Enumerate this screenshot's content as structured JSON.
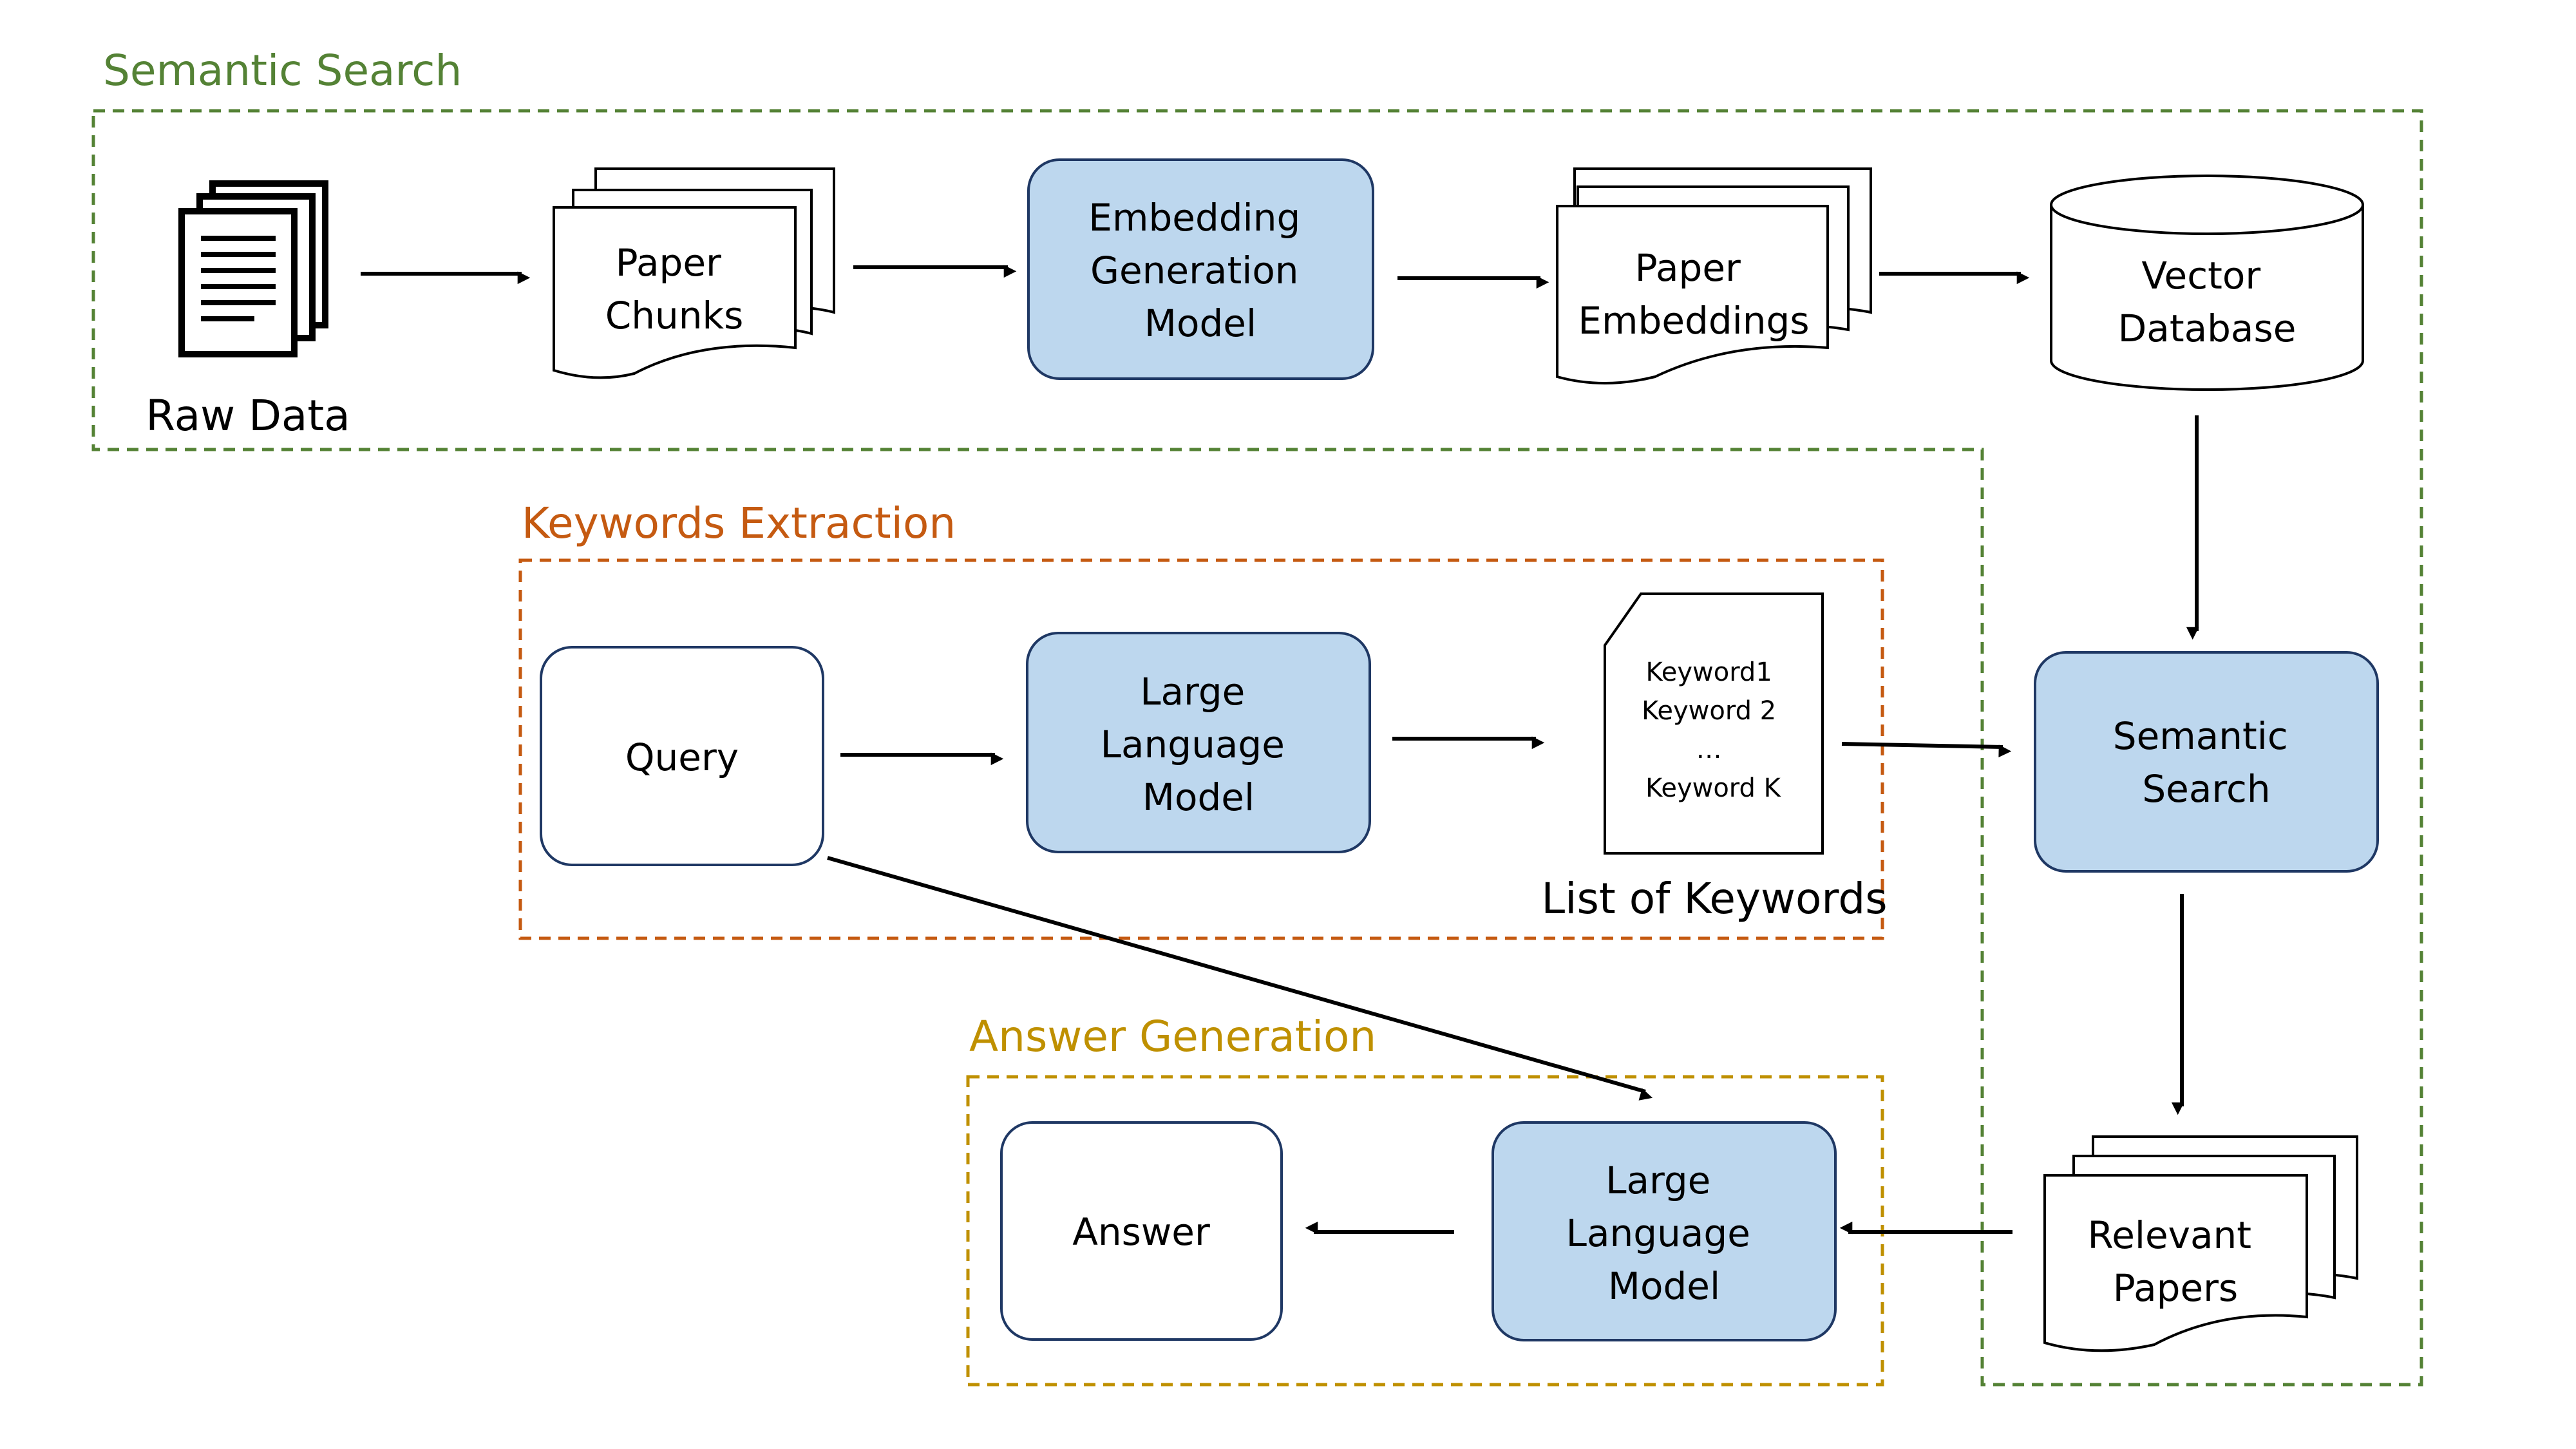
{
  "colors": {
    "semantic_search_group": "#548235",
    "keywords_extraction_group": "#C55A11",
    "answer_generation_group": "#BF9000",
    "model_fill": "#BDD7EE",
    "outline": "#1F3864",
    "arrow": "#000000"
  },
  "groups": {
    "semantic_search": "Semantic Search",
    "keywords_extraction": "Keywords Extraction",
    "answer_generation": "Answer Generation"
  },
  "nodes": {
    "raw_data": {
      "icon": "documents-icon",
      "label": "Raw Data"
    },
    "paper_chunks": [
      "Paper",
      "Chunks"
    ],
    "embedding_model": [
      "Embedding",
      "Generation",
      "Model"
    ],
    "paper_embeddings": [
      "Paper",
      "Embeddings"
    ],
    "vector_database": [
      "Vector",
      "Database"
    ],
    "query": "Query",
    "llm_keywords": [
      "Large",
      "Language",
      "Model"
    ],
    "keywords_doc": {
      "lines": [
        "Keyword1",
        "Keyword 2",
        "…",
        "Keyword K"
      ],
      "label": "List of Keywords"
    },
    "semantic_search": [
      "Semantic",
      "Search"
    ],
    "relevant_papers": [
      "Relevant",
      "Papers"
    ],
    "llm_answer": [
      "Large",
      "Language",
      "Model"
    ],
    "answer": "Answer"
  },
  "edges": [
    {
      "from": "raw_data",
      "to": "paper_chunks"
    },
    {
      "from": "paper_chunks",
      "to": "embedding_model"
    },
    {
      "from": "embedding_model",
      "to": "paper_embeddings"
    },
    {
      "from": "paper_embeddings",
      "to": "vector_database"
    },
    {
      "from": "vector_database",
      "to": "semantic_search"
    },
    {
      "from": "query",
      "to": "llm_keywords"
    },
    {
      "from": "llm_keywords",
      "to": "keywords_doc"
    },
    {
      "from": "keywords_doc",
      "to": "semantic_search"
    },
    {
      "from": "semantic_search",
      "to": "relevant_papers"
    },
    {
      "from": "relevant_papers",
      "to": "llm_answer"
    },
    {
      "from": "llm_answer",
      "to": "answer"
    },
    {
      "from": "query",
      "to": "llm_answer"
    }
  ]
}
